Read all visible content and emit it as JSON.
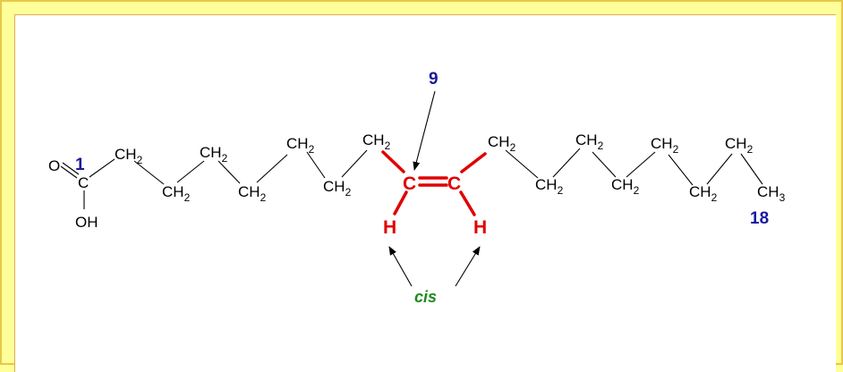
{
  "molecule": {
    "acid": {
      "o": "O",
      "c": "C",
      "oh": "OH"
    },
    "ch2": {
      "main": "CH",
      "sub": "2"
    },
    "ch3": {
      "main": "CH",
      "sub": "3"
    },
    "double_bond": {
      "c_left": "C",
      "c_right": "C",
      "h_left": "H",
      "h_right": "H"
    }
  },
  "labels": {
    "carbon_1": "1",
    "carbon_9": "9",
    "carbon_18": "18",
    "cis": "cis"
  },
  "colors": {
    "frame": "#ffff99",
    "position_numbers": "#1a1a9c",
    "double_bond": "#e00000",
    "cis": "#1f8a1f"
  }
}
